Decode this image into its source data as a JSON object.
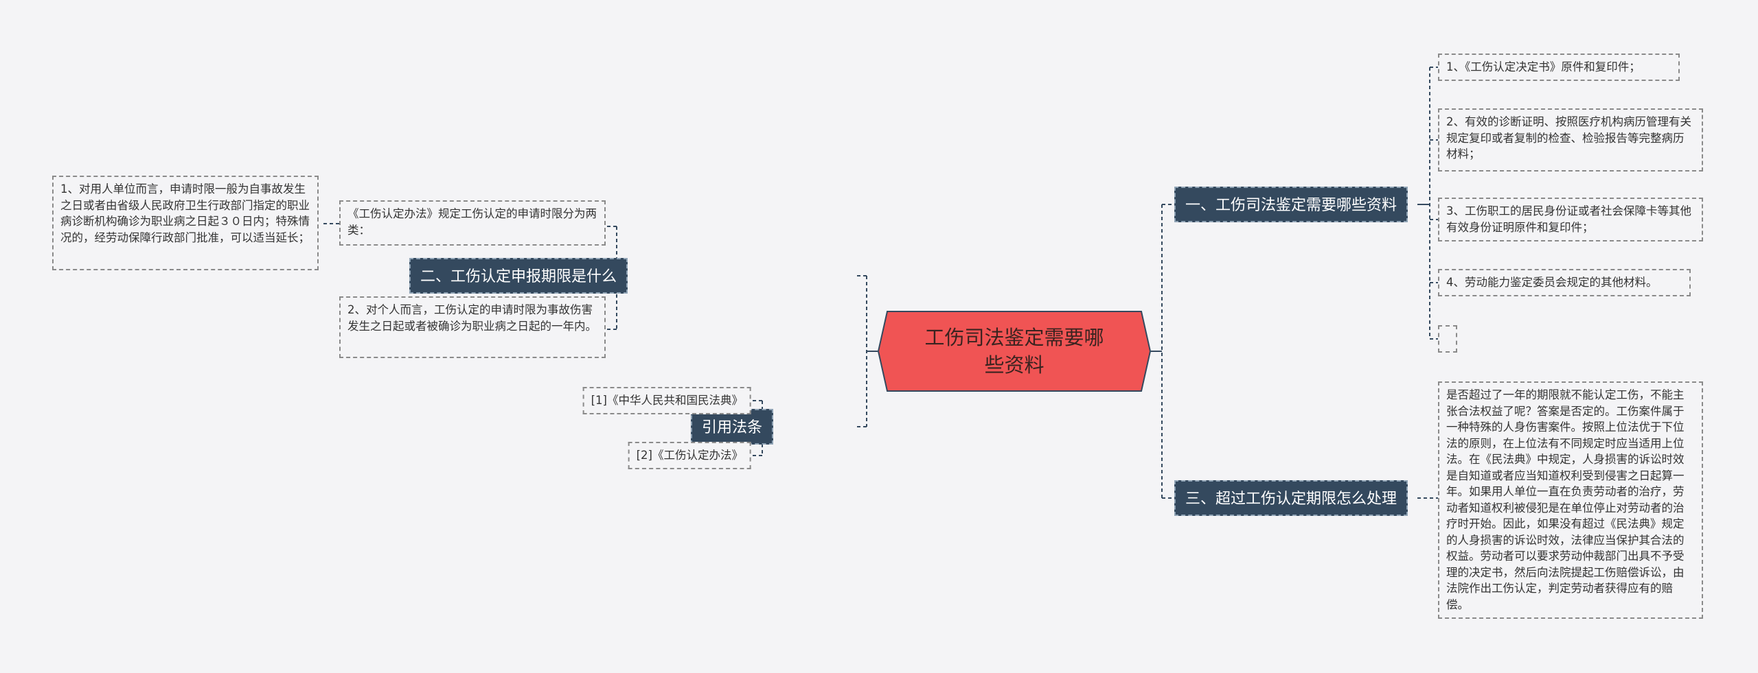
{
  "root": {
    "label": "工伤司法鉴定需要哪些资料"
  },
  "right": {
    "topic1": {
      "label": "一、工伤司法鉴定需要哪些资料",
      "items": [
        "1、《工伤认定决定书》原件和复印件；",
        "2、有效的诊断证明、按照医疗机构病历管理有关规定复印或者复制的检查、检验报告等完整病历材料；",
        "3、工伤职工的居民身份证或者社会保障卡等其他有效身份证明原件和复印件；",
        "4、劳动能力鉴定委员会规定的其他材料。",
        ""
      ]
    },
    "topic3": {
      "label": "三、超过工伤认定期限怎么处理",
      "text": "是否超过了一年的期限就不能认定工伤，不能主张合法权益了呢？答案是否定的。工伤案件属于一种特殊的人身伤害案件。按照上位法优于下位法的原则，在上位法有不同规定时应当适用上位法。在《民法典》中规定，人身损害的诉讼时效是自知道或者应当知道权利受到侵害之日起算一年。如果用人单位一直在负责劳动者的治疗，劳动者知道权利被侵犯是在单位停止对劳动者的治疗时开始。因此，如果没有超过《民法典》规定的人身损害的诉讼时效，法律应当保护其合法的权益。劳动者可以要求劳动仲裁部门出具不予受理的决定书，然后向法院提起工伤赔偿诉讼，由法院作出工伤认定，判定劳动者获得应有的赔偿。"
    }
  },
  "left": {
    "topic2": {
      "label": "二、工伤认定申报期限是什么",
      "intro": "《工伤认定办法》规定工伤认定的申请时限分为两类：",
      "intro_child": "1、对用人单位而言，申请时限一般为自事故发生之日或者由省级人民政府卫生行政部门指定的职业病诊断机构确诊为职业病之日起３０日内；特殊情况的，经劳动保障行政部门批准，可以适当延长；",
      "item2": "2、对个人而言，工伤认定的申请时限为事故伤害发生之日起或者被确诊为职业病之日起的一年内。"
    },
    "refs": {
      "label": "引用法条",
      "items": [
        "[1]《中华人民共和国民法典》",
        "[2]《工伤认定办法》"
      ]
    }
  },
  "colors": {
    "root_fill": "#f05454",
    "root_border": "#34495e",
    "topic_fill": "#34495e",
    "topic_text": "#ffffff",
    "line": "#34495e",
    "leaf_border": "#8a8a8a",
    "background": "#f4f4f6"
  }
}
